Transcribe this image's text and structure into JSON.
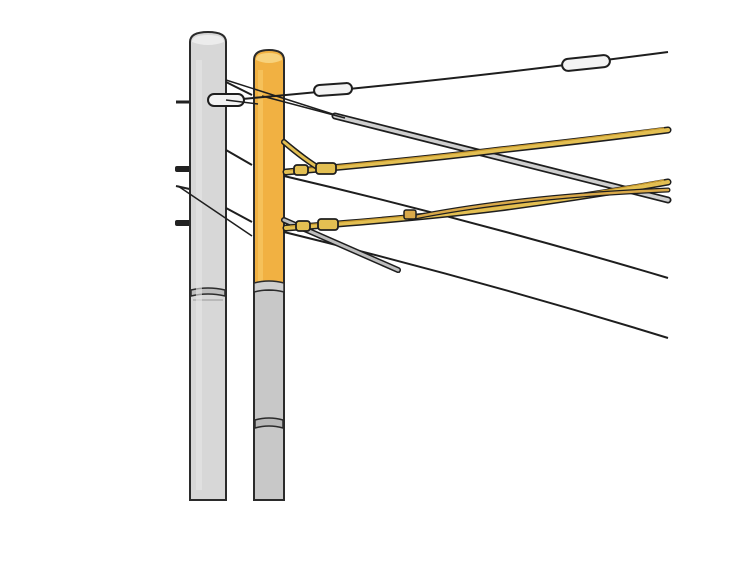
{
  "image": {
    "colors": {
      "background": "#ffffff",
      "outline": "#2b2b2b",
      "pole_gray": "#d7d7d7",
      "pole_gray_shade": "#c3c3c3",
      "pole_orange": "#f1b142",
      "pole_orange_shade": "#e39a2f",
      "wire_dark": "#1e1e1e",
      "wire_gold": "#c99a2e",
      "wire_gold_light": "#e3bf52",
      "insulator_fill": "#f3f3f3"
    },
    "elements": [
      "utility-pole-gray",
      "utility-pole-orange",
      "overhead-wires",
      "wire-insulators",
      "gold-cables"
    ]
  }
}
